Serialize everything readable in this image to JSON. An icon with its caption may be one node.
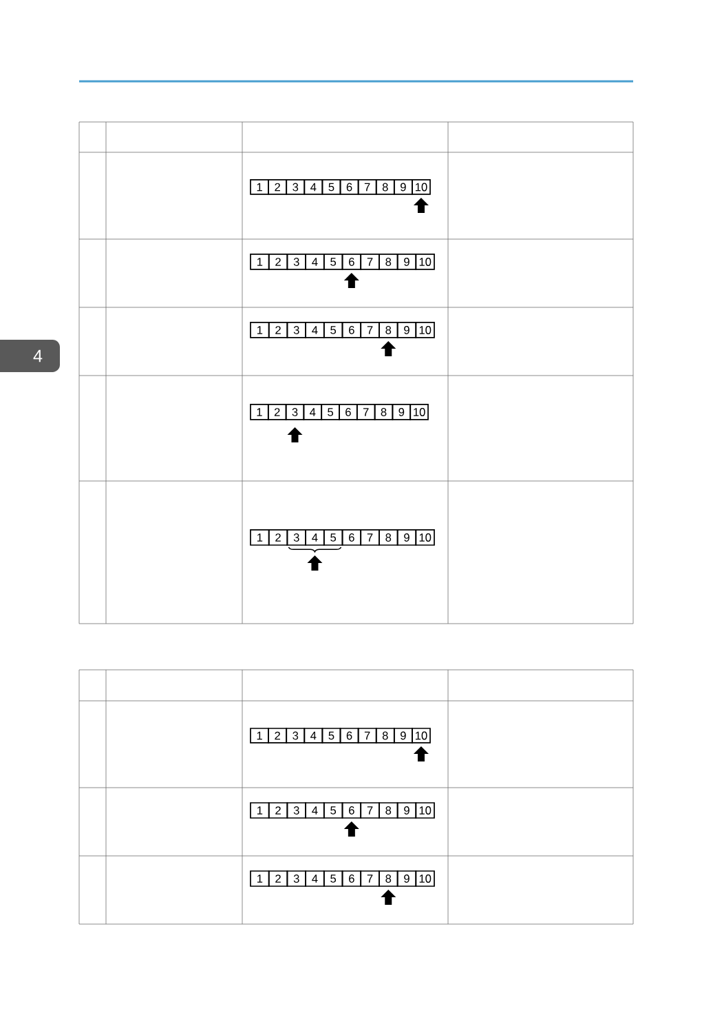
{
  "diagram": {
    "labels": [
      "4",
      "1",
      "2",
      "3",
      "4",
      "5",
      "6",
      "7",
      "8",
      "9",
      "10",
      "1",
      "2",
      "3",
      "4",
      "5",
      "6",
      "7",
      "8",
      "9",
      "10",
      "1",
      "2",
      "3",
      "4",
      "5",
      "6",
      "7",
      "8",
      "9",
      "10",
      "1",
      "2",
      "3",
      "4",
      "5",
      "6",
      "7",
      "8",
      "9",
      "10",
      "1",
      "2",
      "3",
      "4",
      "5",
      "6",
      "7",
      "8",
      "9",
      "10",
      "1",
      "2",
      "3",
      "4",
      "5",
      "6",
      "7",
      "8",
      "9",
      "10",
      "1",
      "2",
      "3",
      "4",
      "5",
      "6",
      "7",
      "8",
      "9",
      "10",
      "1",
      "2",
      "3",
      "4",
      "5",
      "6",
      "7",
      "8",
      "9",
      "10"
    ]
  }
}
